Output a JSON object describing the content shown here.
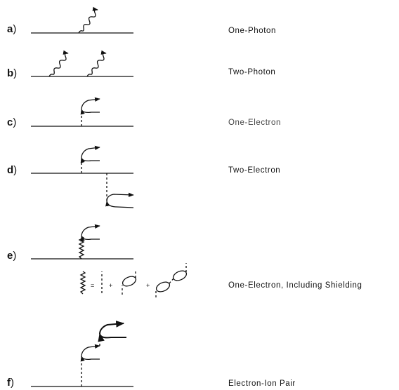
{
  "rows": [
    {
      "letter": "a",
      "paren": ")",
      "description": "One-Photon"
    },
    {
      "letter": "b",
      "paren": ")",
      "description": "Two-Photon"
    },
    {
      "letter": "c",
      "paren": ")",
      "description": "One-Electron"
    },
    {
      "letter": "d",
      "paren": ")",
      "description": "Two-Electron"
    },
    {
      "letter": "e",
      "paren": ")",
      "description": "One-Electron, Including Shielding"
    },
    {
      "letter": "f",
      "paren": ")",
      "description": "Electron-Ion Pair"
    }
  ],
  "equation": {
    "equals": "=",
    "plus": "+"
  }
}
